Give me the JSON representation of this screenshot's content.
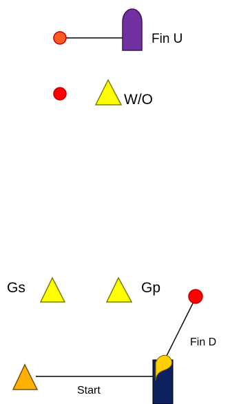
{
  "labels": {
    "fin_u": "Fin U",
    "w_o": "W/O",
    "gs": "Gs",
    "gp": "Gp",
    "fin_d": "Fin D",
    "start": "Start"
  },
  "colors": {
    "red_marker": "#ff0000",
    "red_marker_stroke": "#c00000",
    "orange_marker": "#ff5a1f",
    "yellow_triangle": "#ffff00",
    "orange_triangle": "#ffb000",
    "purple_buoy": "#7030a0",
    "navy_post": "#0d2060",
    "yellow_flag": "#ffd000",
    "line": "#000000"
  }
}
